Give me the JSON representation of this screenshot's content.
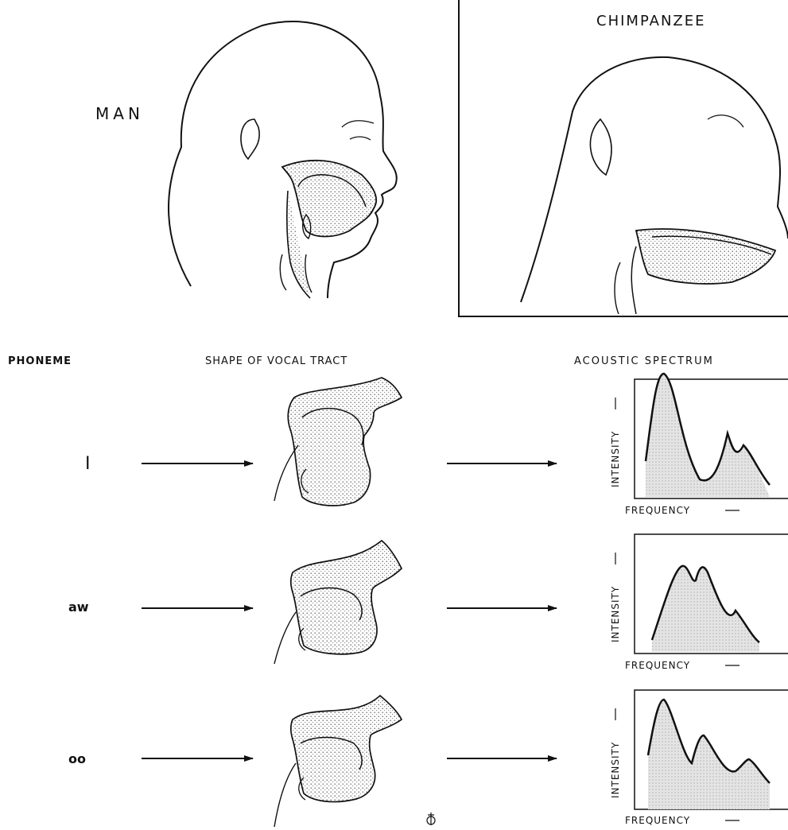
{
  "heads": {
    "man": {
      "label": "MAN"
    },
    "chimp": {
      "label": "CHIMPANZEE"
    }
  },
  "headers": {
    "phoneme": "PHONEME",
    "shape": "SHAPE OF VOCAL TRACT",
    "spectrum": "ACOUSTIC SPECTRUM"
  },
  "rows": [
    {
      "phoneme": "I",
      "y_label": "INTENSITY",
      "x_label": "FREQUENCY",
      "spectrum": {
        "frequency": [
          0,
          0.2,
          0.5,
          0.75,
          0.85,
          1.0
        ],
        "intensity": [
          0.45,
          0.98,
          0.08,
          0.7,
          0.62,
          0.1
        ]
      }
    },
    {
      "phoneme": "aw",
      "y_label": "INTENSITY",
      "x_label": "FREQUENCY",
      "spectrum": {
        "frequency": [
          0,
          0.3,
          0.4,
          0.5,
          0.8,
          1.0
        ],
        "intensity": [
          0.1,
          0.85,
          0.75,
          0.85,
          0.4,
          0.05
        ]
      }
    },
    {
      "phoneme": "oo",
      "y_label": "INTENSITY",
      "x_label": "FREQUENCY",
      "spectrum": {
        "frequency": [
          0,
          0.2,
          0.6,
          0.9,
          1.0
        ],
        "intensity": [
          0.5,
          0.95,
          0.65,
          0.3,
          0.15
        ]
      }
    }
  ]
}
